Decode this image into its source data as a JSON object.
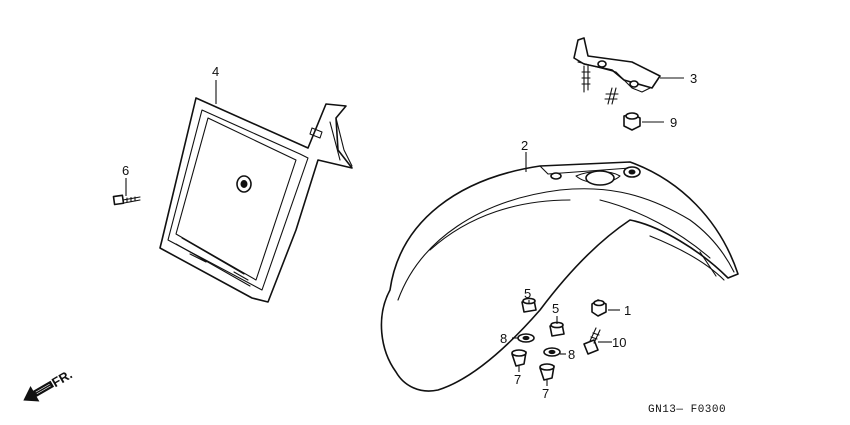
{
  "callouts": {
    "c1": "1",
    "c2": "2",
    "c3": "3",
    "c4": "4",
    "c5a": "5",
    "c5b": "5",
    "c6": "6",
    "c7a": "7",
    "c7b": "7",
    "c8a": "8",
    "c8b": "8",
    "c9": "9",
    "c10": "10"
  },
  "direction_label": "FR.",
  "diagram_code": "GN13— F0300"
}
